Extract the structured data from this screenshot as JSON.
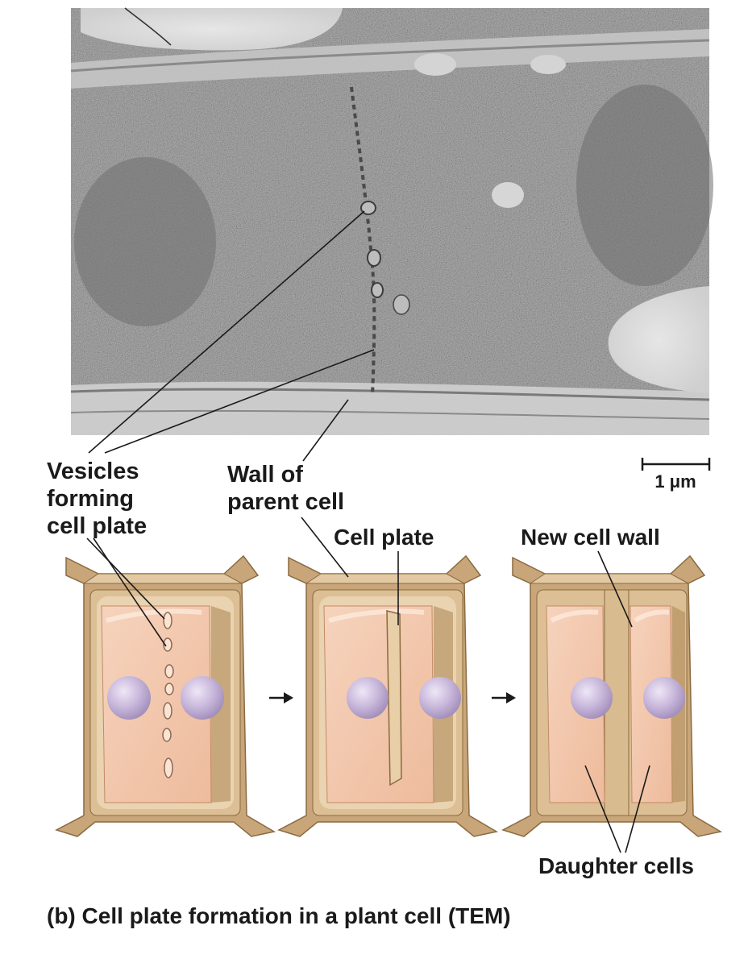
{
  "micrograph": {
    "scale_bar_label": "1 μm"
  },
  "labels": {
    "vesicles": [
      "Vesicles",
      "forming",
      "cell plate"
    ],
    "wall_parent": [
      "Wall of",
      "parent cell"
    ],
    "cell_plate": "Cell plate",
    "new_cell_wall": "New cell wall",
    "daughter_cells": "Daughter cells"
  },
  "caption": "(b) Cell plate formation in a plant cell (TEM)",
  "colors": {
    "wall": "#c9a679",
    "wall_dark": "#a8824f",
    "wall_light": "#e2c9a3",
    "cytoplasm": "#f2c4a8",
    "nucleus": "#c4b3d6",
    "micrograph": "#b9b9b9"
  },
  "icons": {
    "arrow_1": "right-arrow-icon",
    "arrow_2": "right-arrow-icon"
  }
}
